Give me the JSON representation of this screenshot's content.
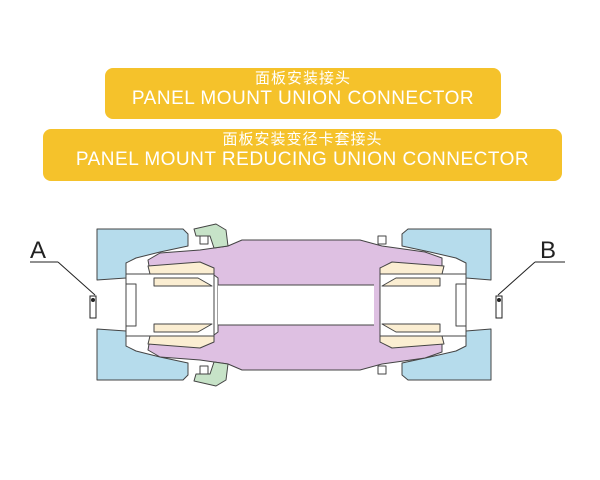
{
  "banners": [
    {
      "zh": "面板安装接头",
      "en": "PANEL MOUNT UNION CONNECTOR"
    },
    {
      "zh": "面板安装变径卡套接头",
      "en": "PANEL MOUNT REDUCING UNION CONNECTOR"
    }
  ],
  "callouts": {
    "left": "A",
    "right": "B"
  },
  "colors": {
    "banner": "#f5c22b",
    "body_nut": "#b6dcec",
    "union_body": "#dec0e2",
    "ferrule": "#fbeed2",
    "panel_nut": "#c7e3c8",
    "outline": "#444444"
  }
}
